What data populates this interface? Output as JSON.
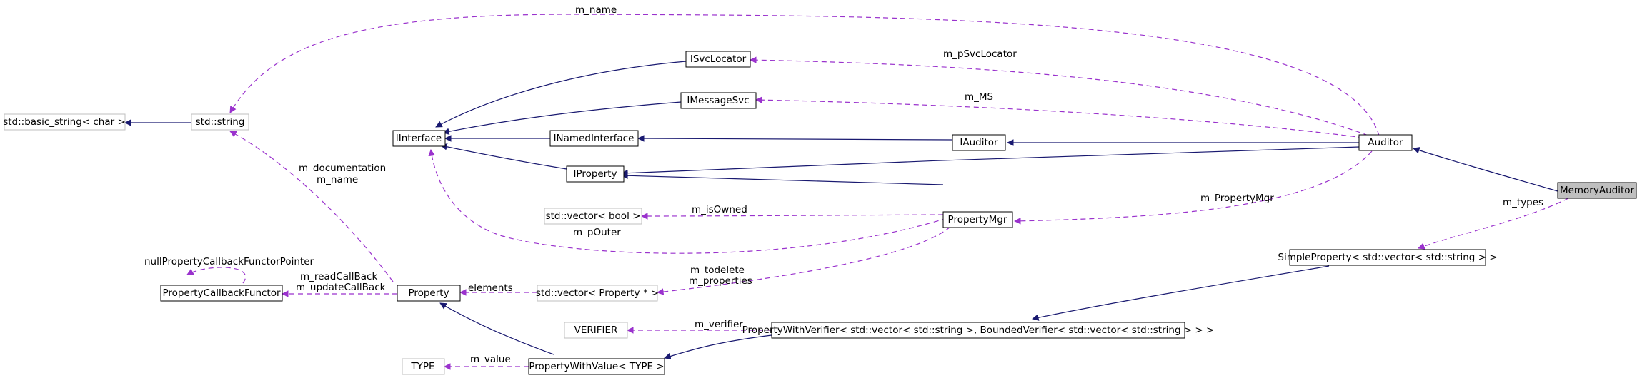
{
  "colors": {
    "inheritance": "#191970",
    "usage": "#9a32cd",
    "node_border": "#000000",
    "node_border_external": "#bfbfbf",
    "node_fill": "#ffffff",
    "focus_fill": "#bfbfbf"
  },
  "nodes": {
    "memoryauditor": "MemoryAuditor",
    "auditor": "Auditor",
    "isvclocator": "ISvcLocator",
    "imessagesvc": "IMessageSvc",
    "iauditor": "IAuditor",
    "inamedinterface": "INamedInterface",
    "iinterface": "IInterface",
    "iproperty": "IProperty",
    "propertymgr": "PropertyMgr",
    "vector_bool": "std::vector< bool >",
    "std_string": "std::string",
    "basic_string": "std::basic_string< char >",
    "simpleproperty": "SimpleProperty< std::vector< std::string > >",
    "propertywithverifier": "PropertyWithVerifier< std::vector< std::string >, BoundedVerifier< std::vector< std::string > > >",
    "verifier": "VERIFIER",
    "propertywithvalue": "PropertyWithValue< TYPE >",
    "type": "TYPE",
    "property": "Property",
    "vector_property": "std::vector< Property * >",
    "callbackfunctor": "PropertyCallbackFunctor"
  },
  "edge_labels": {
    "m_name": "m_name",
    "m_psvclocator": "m_pSvcLocator",
    "m_ms": "m_MS",
    "m_propertymgr": "m_PropertyMgr",
    "m_types": "m_types",
    "m_isowned": "m_isOwned",
    "m_pouter": "m_pOuter",
    "m_todelete": "m_todelete",
    "m_properties": "m_properties",
    "elements": "elements",
    "m_documentation": "m_documentation",
    "m_name2": "m_name",
    "nullproperty": "nullPropertyCallbackFunctorPointer",
    "m_readcallback": "m_readCallBack",
    "m_updatecallback": "m_updateCallBack",
    "m_verifier": "m_verifier",
    "m_value": "m_value"
  }
}
